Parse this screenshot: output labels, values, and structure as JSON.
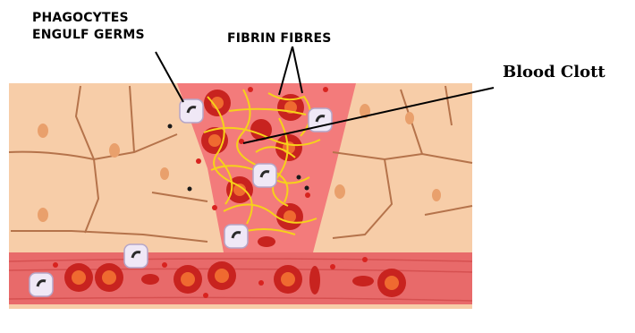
{
  "labels": {
    "phagocytes_line1": "PHAGOCYTES",
    "phagocytes_line2": "ENGULF GERMS",
    "fibrin": "FIBRIN FIBRES",
    "clot": "Blood Clott"
  },
  "colors": {
    "skin": "#f7cda8",
    "skin_crack": "#b5734b",
    "wound": "#f37b7b",
    "vessel": "#e86a6a",
    "red_cell": "#c8231f",
    "fibrin": "#f6d21a",
    "phagocyte": "#f0e8f6"
  }
}
